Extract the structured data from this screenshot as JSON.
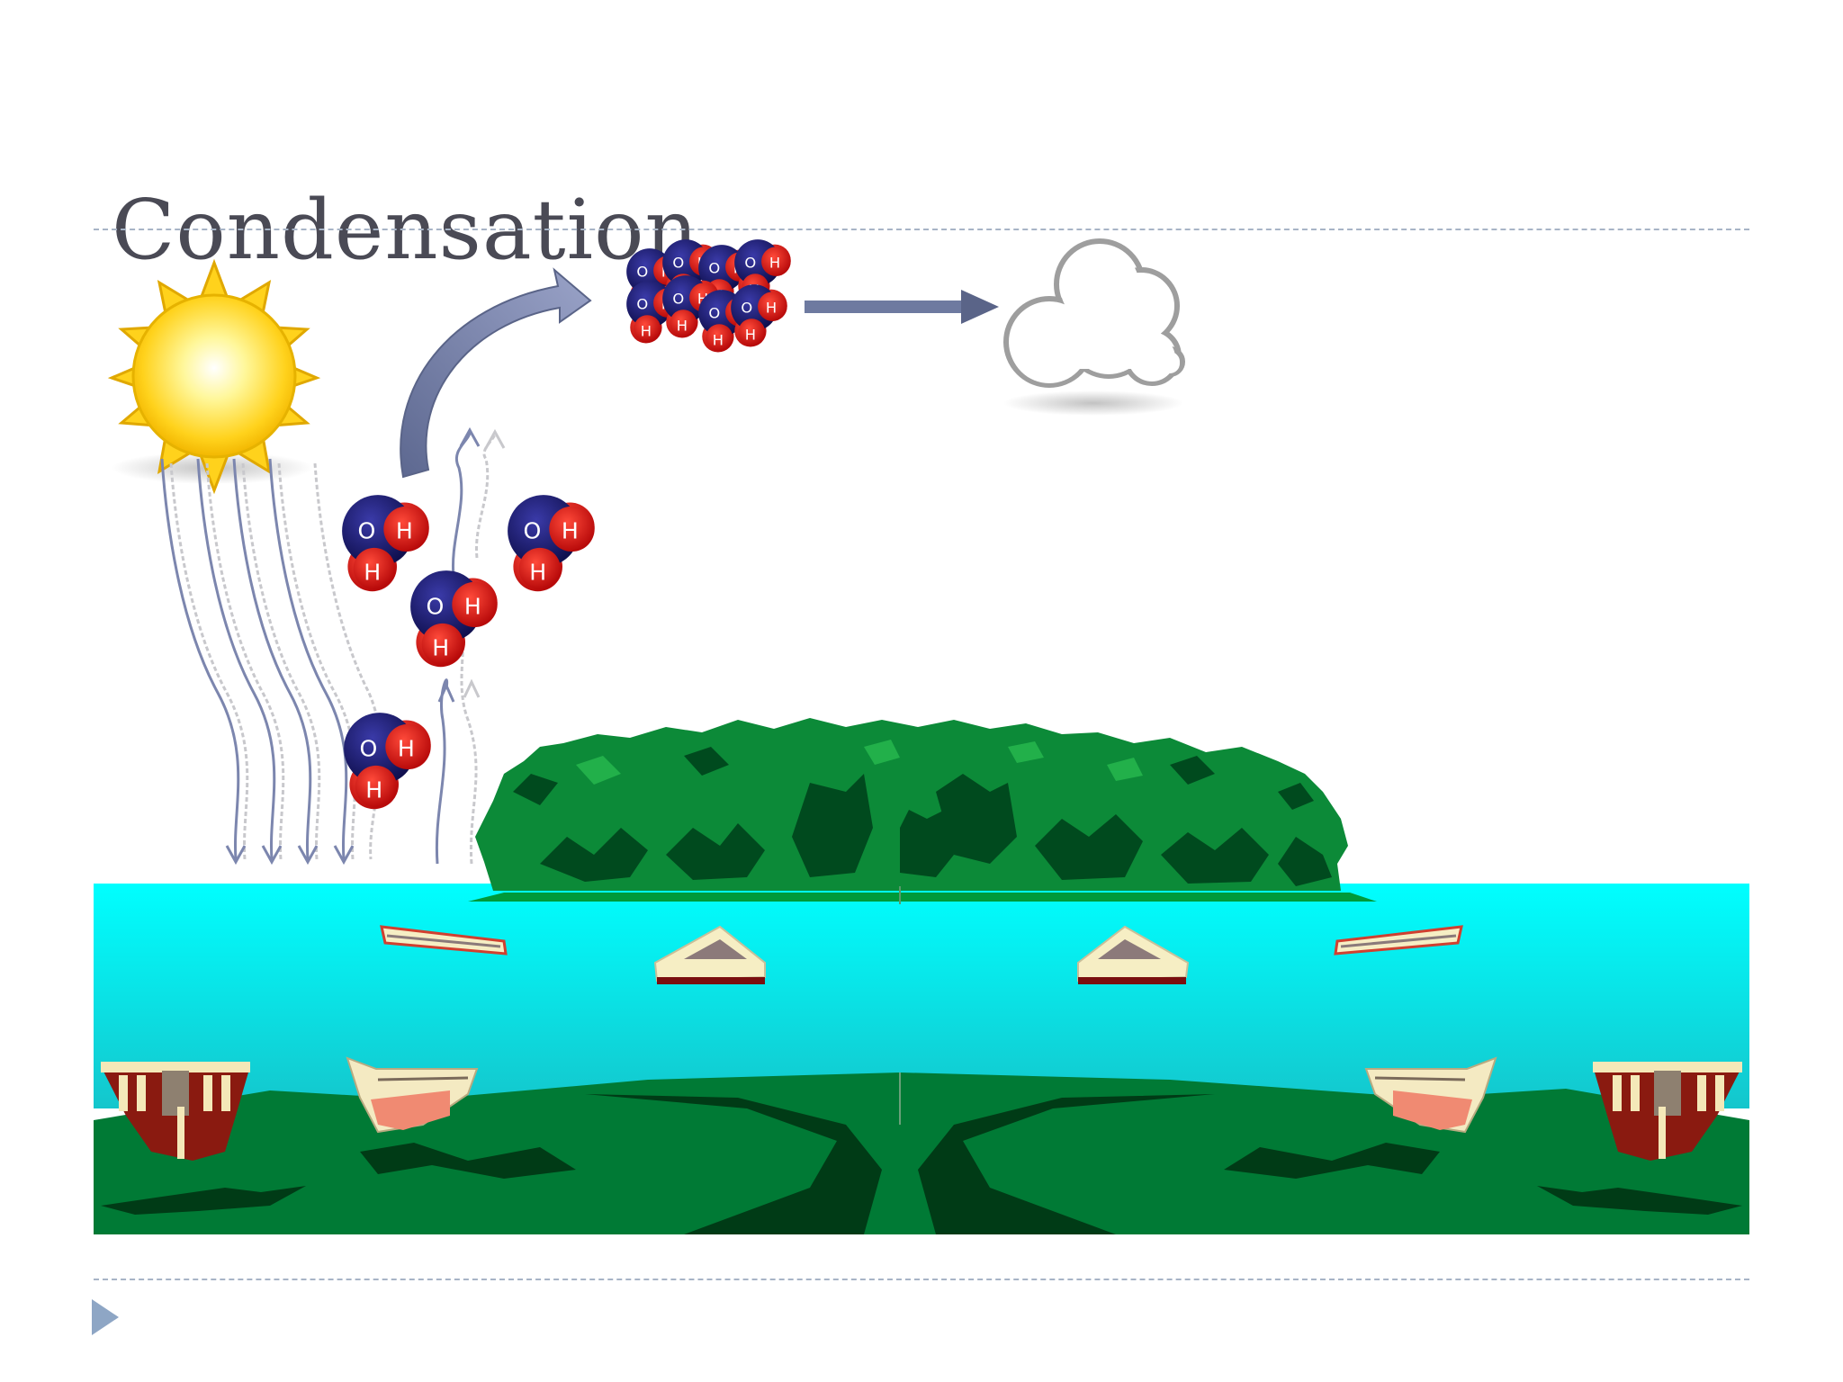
{
  "slide": {
    "title": "Condensation"
  },
  "molecule": {
    "oxygen_label": "O",
    "hydrogen_label": "H",
    "oxygen_color": "#1a1a7a",
    "hydrogen_color": "#e01818"
  },
  "colors": {
    "water": "#18e6e6",
    "land": "#007a35",
    "sun": "#ffd21c",
    "arrow": "#6e7aa0"
  },
  "icons": [
    "sun-icon",
    "cloud-icon",
    "water-molecule-icon",
    "boat-icon",
    "next-slide-arrow-icon"
  ]
}
